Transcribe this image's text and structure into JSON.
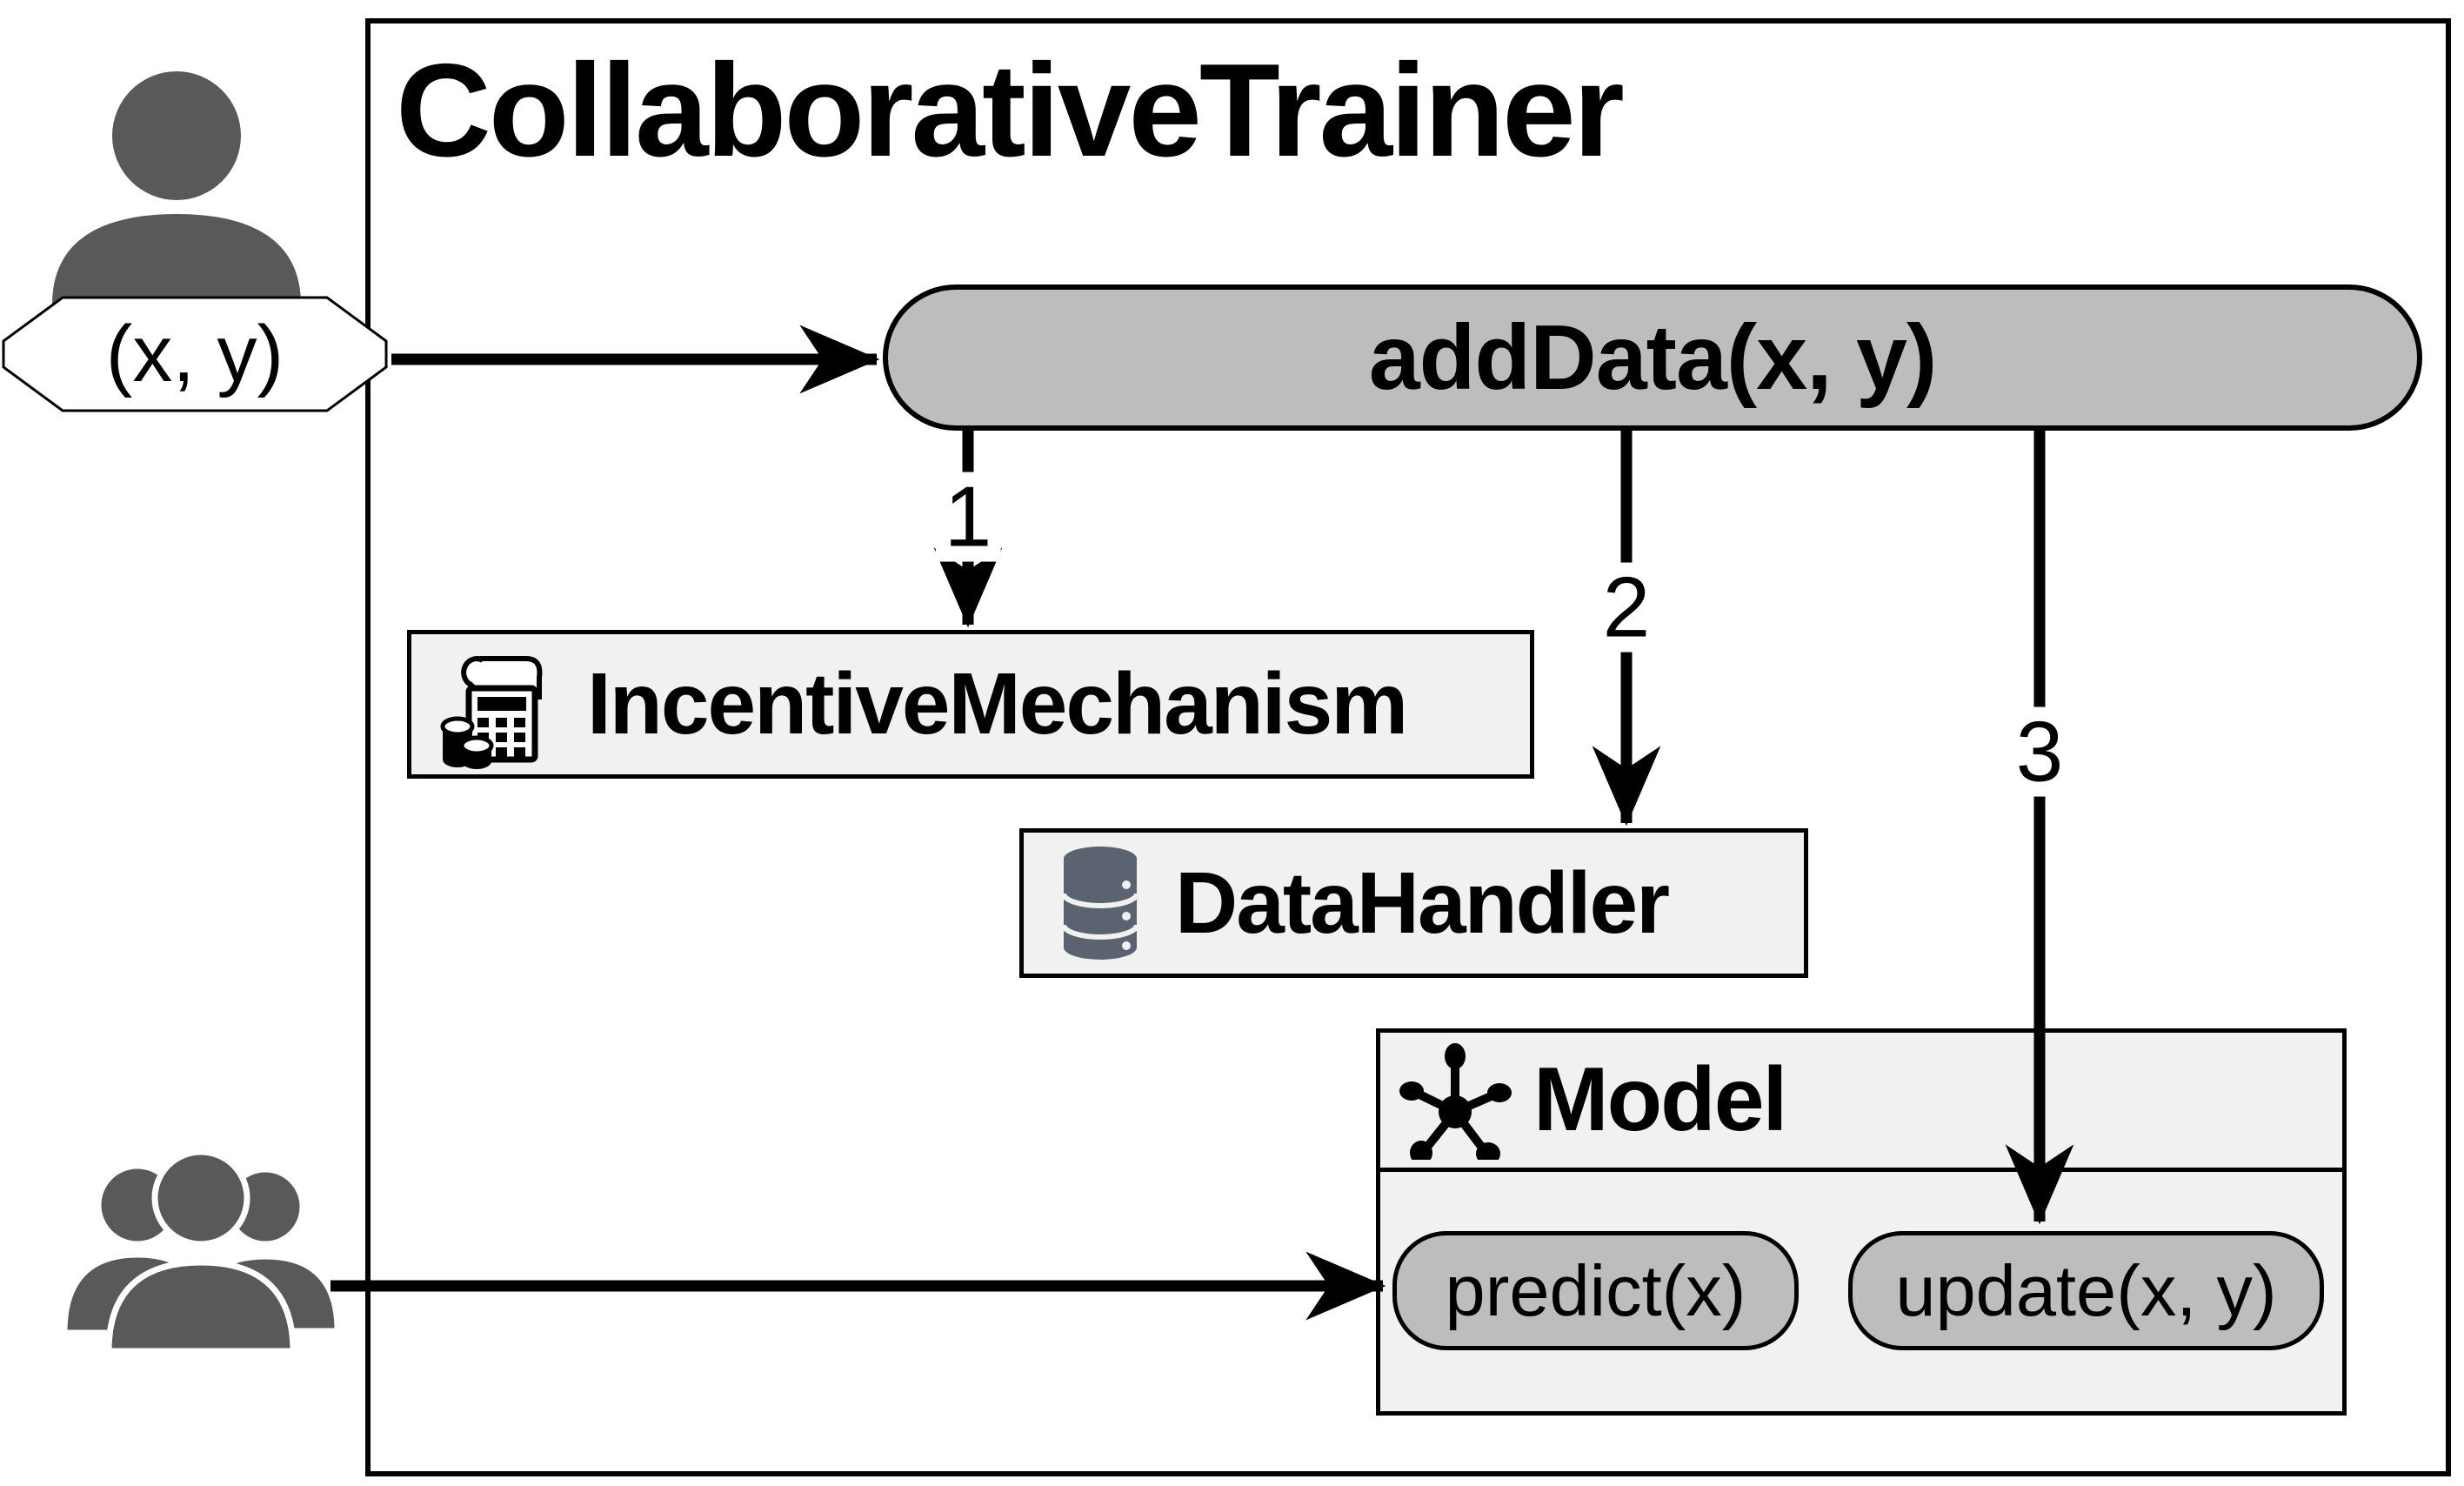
{
  "diagram": {
    "title": "CollaborativeTrainer",
    "badge": "(x, y)",
    "add_data": "addData(x, y)",
    "components": {
      "incentive": "IncentiveMechanism",
      "data_handler": "DataHandler",
      "model": "Model"
    },
    "methods": {
      "predict": "predict(x)",
      "update": "update(x, y)"
    },
    "steps": [
      "1",
      "2",
      "3"
    ],
    "icons": {
      "uploader": "single-person-icon",
      "consumers": "people-group-icon",
      "incentive": "cash-register-coins-icon",
      "data_handler": "database-icon",
      "model": "network-hub-icon"
    },
    "colors": {
      "pill_fill": "#bdbdbd",
      "box_fill": "#f1f1f1",
      "person_fill": "#595959",
      "database_fill": "#5b6370",
      "stroke": "#000000",
      "background": "#ffffff"
    }
  }
}
